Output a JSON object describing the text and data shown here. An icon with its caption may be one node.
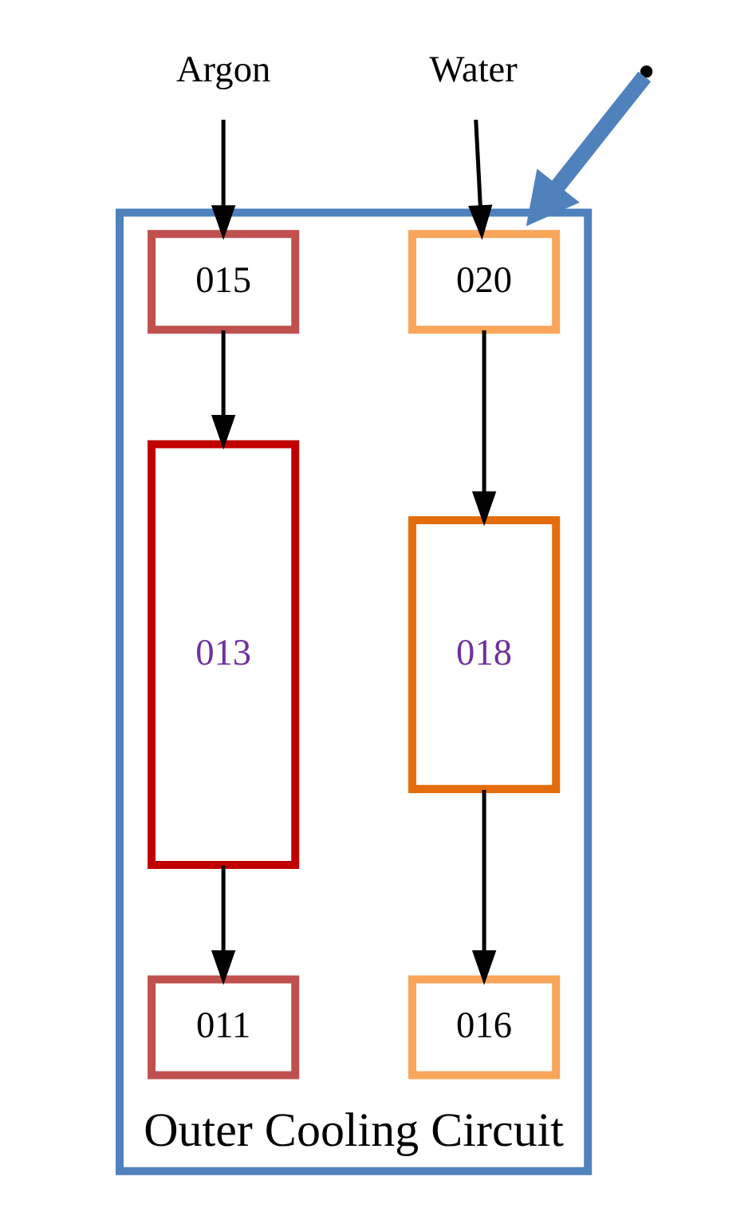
{
  "diagram": {
    "nodes": [
      {
        "text": [
          "Outer Cooling Circuit"
        ]
      },
      {
        "text": [
          "Water"
        ]
      },
      {
        "text": [
          "020"
        ],
        "in": 0
      },
      {
        "text": [
          "015"
        ],
        "in": 0
      },
      {
        "text": [
          "Argon"
        ]
      },
      {
        "text": [
          "018"
        ],
        "in": 0
      },
      {
        "text": [
          "013"
        ],
        "in": 0
      },
      {
        "text": [
          "016"
        ],
        "in": 0
      },
      {
        "text": [
          "011"
        ],
        "in": 0
      }
    ],
    "edges": [
      {
        "from": 1,
        "to": 2,
        "arrow": "to"
      },
      {
        "from": 4,
        "to": 3,
        "arrow": "to"
      },
      {
        "from": 2,
        "to": 5,
        "arrow": "to"
      },
      {
        "from": 5,
        "to": 7,
        "arrow": "to"
      },
      {
        "from": 3,
        "to": 6,
        "arrow": "to"
      },
      {
        "from": 6,
        "to": 8,
        "arrow": "to"
      },
      {
        "from": null,
        "to": 0,
        "arrow": "to",
        "style": "thick",
        "color": "#4f81bd"
      }
    ]
  }
}
